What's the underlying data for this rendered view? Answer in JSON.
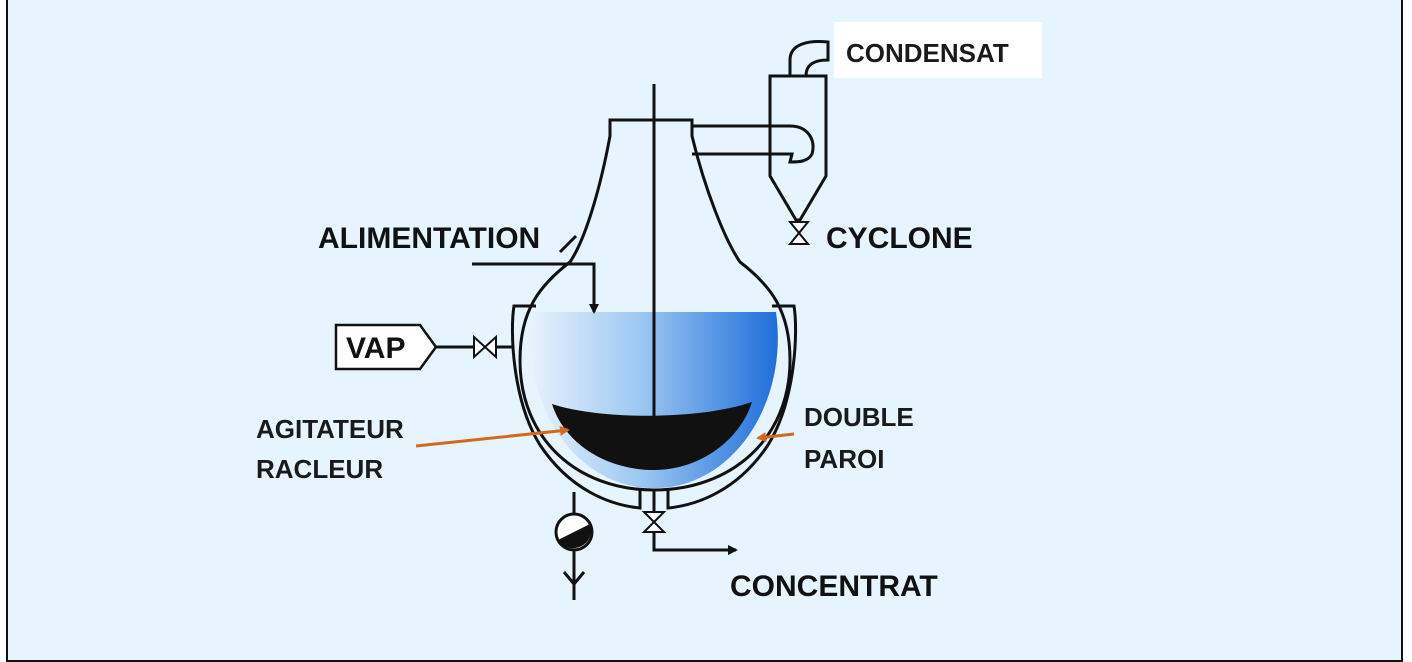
{
  "labels": {
    "condensat": "CONDENSAT",
    "cyclone": "CYCLONE",
    "alimentation": "ALIMENTATION",
    "vap": "VAP",
    "agitateur_line1": "AGITATEUR",
    "agitateur_line2": "RACLEUR",
    "double_line1": "DOUBLE",
    "double_line2": "PAROI",
    "concentrat": "CONCENTRAT"
  },
  "colors": {
    "background": "#e6f5fd",
    "line": "#111111",
    "liquid_light": "#e8f3fc",
    "liquid_dark": "#1a6fdc",
    "pointer_arrow": "#d2691e"
  }
}
